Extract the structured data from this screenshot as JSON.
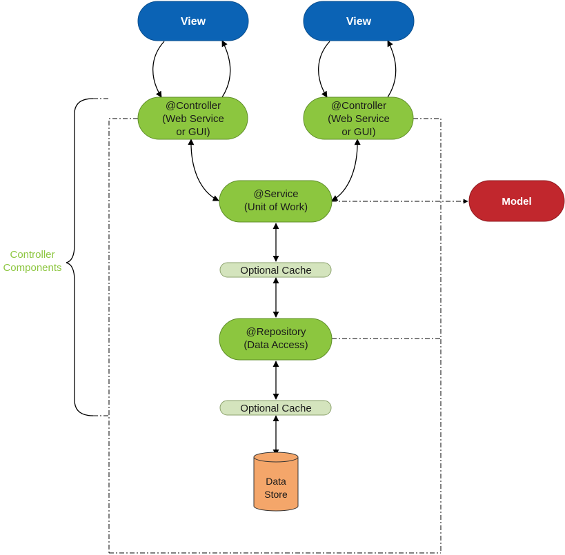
{
  "nodes": {
    "view_left": {
      "label": "View"
    },
    "view_right": {
      "label": "View"
    },
    "controller_left": {
      "lines": [
        "@Controller",
        "(Web Service",
        "or GUI)"
      ]
    },
    "controller_right": {
      "lines": [
        "@Controller",
        "(Web Service",
        "or GUI)"
      ]
    },
    "service": {
      "lines": [
        "@Service",
        "(Unit of Work)"
      ]
    },
    "model": {
      "label": "Model"
    },
    "cache_top": {
      "label": "Optional Cache"
    },
    "repository": {
      "lines": [
        "@Repository",
        "(Data Access)"
      ]
    },
    "cache_bottom": {
      "label": "Optional Cache"
    },
    "data_store": {
      "lines": [
        "Data",
        "Store"
      ]
    }
  },
  "group": {
    "lines": [
      "Controller",
      "Components"
    ]
  },
  "colors": {
    "view": "#0b63b5",
    "controller": "#8cc63f",
    "cache": "#d4e4bd",
    "model": "#c1272d",
    "data_store": "#f4a66a",
    "group_label": "#8cc63f"
  }
}
